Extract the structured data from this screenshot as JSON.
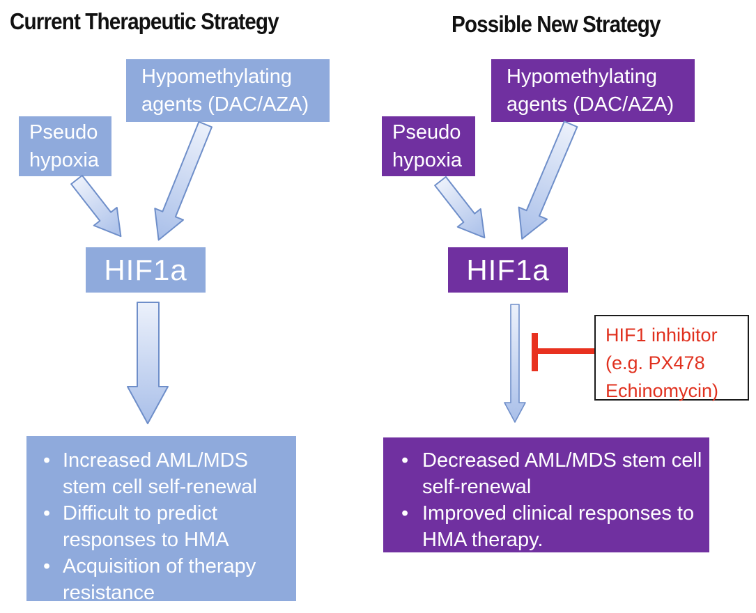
{
  "palette": {
    "light_blue": "#8faadc",
    "purple": "#7030a0",
    "red": "#e0301e",
    "arrow_fill_light": "#eaf0fa",
    "arrow_fill_dark": "#a9bfe9",
    "arrow_border": "#6e8ec9",
    "box_text": "#ffffff",
    "title_text": "#111111"
  },
  "left": {
    "title": "Current Therapeutic Strategy",
    "hma_box": "Hypomethylating agents (DAC/AZA)",
    "pseudo_box": "Pseudo hypoxia",
    "hif_box": "HIF1a",
    "outcomes": [
      "Increased AML/MDS stem cell self-renewal",
      "Difficult to predict responses to HMA",
      "Acquisition of therapy resistance"
    ]
  },
  "right": {
    "title": "Possible New Strategy",
    "hma_box": "Hypomethylating agents (DAC/AZA)",
    "pseudo_box": "Pseudo hypoxia",
    "hif_box": "HIF1a",
    "inhibitor_box": "HIF1 inhibitor (e.g. PX478 Echinomycin)",
    "outcomes": [
      "Decreased AML/MDS stem cell self-renewal",
      "Improved clinical responses to HMA therapy."
    ]
  }
}
